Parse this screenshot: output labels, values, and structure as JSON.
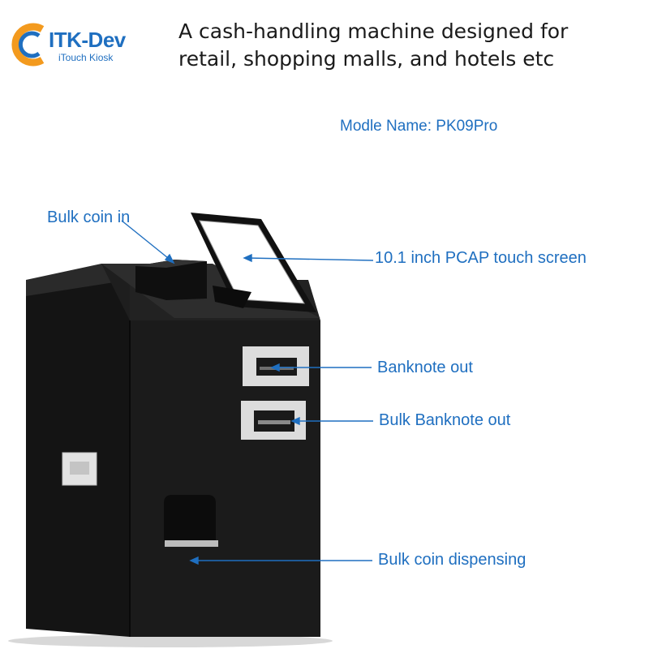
{
  "logo": {
    "brand": "ITK-Dev",
    "tagline": "iTouch Kiosk"
  },
  "headline": {
    "line1": "A cash-handling machine designed for",
    "line2": "retail, shopping malls, and hotels etc"
  },
  "model_name": "Modle Name: PK09Pro",
  "callouts": {
    "bulk_coin_in": "Bulk coin in",
    "touch_screen": "10.1 inch PCAP touch screen",
    "banknote_out": "Banknote out",
    "bulk_banknote_out": "Bulk Banknote out",
    "bulk_coin_dispensing": "Bulk coin dispensing"
  },
  "colors": {
    "accent": "#1f6fc0",
    "logo_orange": "#f39a1e",
    "machine_body": "#1b1b1b"
  }
}
